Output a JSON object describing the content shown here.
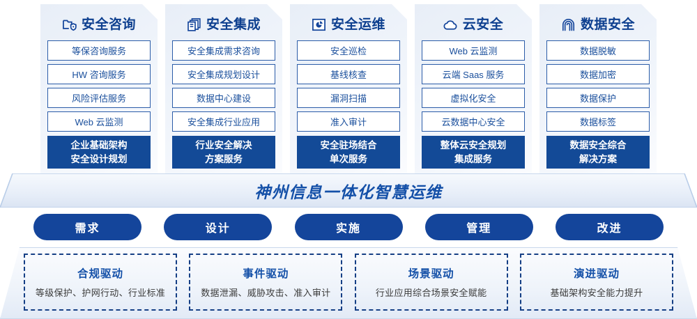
{
  "pillars": [
    {
      "icon": "folder-shield-icon",
      "title": "安全咨询",
      "items": [
        "等保咨询服务",
        "HW 咨询服务",
        "风险评估服务",
        "Web 云监测"
      ],
      "highlight": "企业基础架构\n安全设计规划"
    },
    {
      "icon": "layers-document-icon",
      "title": "安全集成",
      "items": [
        "安全集成需求咨询",
        "安全集成规划设计",
        "数据中心建设",
        "安全集成行业应用"
      ],
      "highlight": "行业安全解决\n方案服务"
    },
    {
      "icon": "monitor-chart-icon",
      "title": "安全运维",
      "items": [
        "安全巡检",
        "基线核查",
        "漏洞扫描",
        "准入审计"
      ],
      "highlight": "安全驻场结合\n单次服务"
    },
    {
      "icon": "cloud-icon",
      "title": "云安全",
      "items": [
        "Web 云监测",
        "云端 Saas 服务",
        "虚拟化安全",
        "云数据中心安全"
      ],
      "highlight": "整体云安全规划\n集成服务"
    },
    {
      "icon": "fingerprint-icon",
      "title": "数据安全",
      "items": [
        "数据脱敏",
        "数据加密",
        "数据保护",
        "数据标签"
      ],
      "highlight": "数据安全综合\n解决方案"
    }
  ],
  "banner": {
    "title": "神州信息一体化智慧运维"
  },
  "stages": [
    {
      "label": "需求"
    },
    {
      "label": "设计"
    },
    {
      "label": "实施"
    },
    {
      "label": "管理"
    },
    {
      "label": "改进"
    }
  ],
  "drivers": [
    {
      "title": "合规驱动",
      "subtitle": "等级保护、护网行动、行业标准"
    },
    {
      "title": "事件驱动",
      "subtitle": "数据泄漏、威胁攻击、准入审计"
    },
    {
      "title": "场景驱动",
      "subtitle": "行业应用综合场景安全赋能"
    },
    {
      "title": "演进驱动",
      "subtitle": "基础架构安全能力提升"
    }
  ],
  "colors": {
    "brand_blue": "#14459b",
    "deep_blue": "#134a97",
    "title_blue": "#0d3f8f",
    "item_border": "#2b5ca8",
    "card_bg": "#eef3fa"
  }
}
